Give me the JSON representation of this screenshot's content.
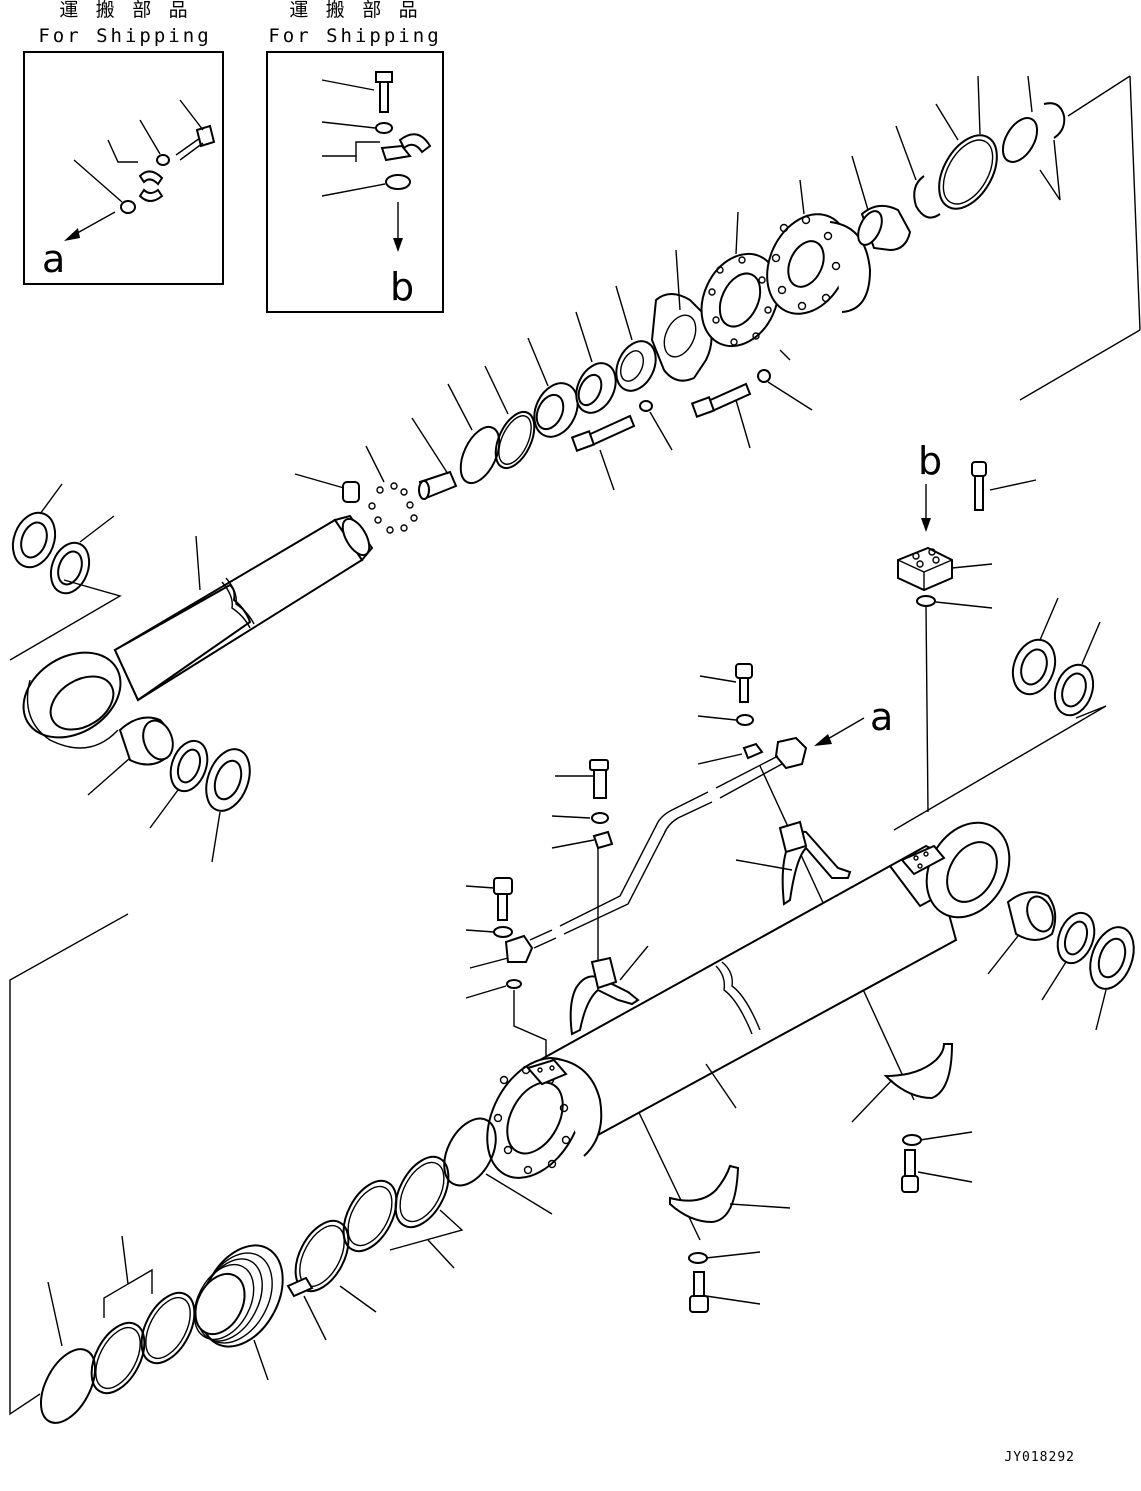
{
  "header": {
    "shipping_jp": "運 搬 部 品",
    "shipping_en": "For Shipping"
  },
  "ref_labels": {
    "a": "a",
    "b": "b"
  },
  "drawing_code": "JY018292"
}
